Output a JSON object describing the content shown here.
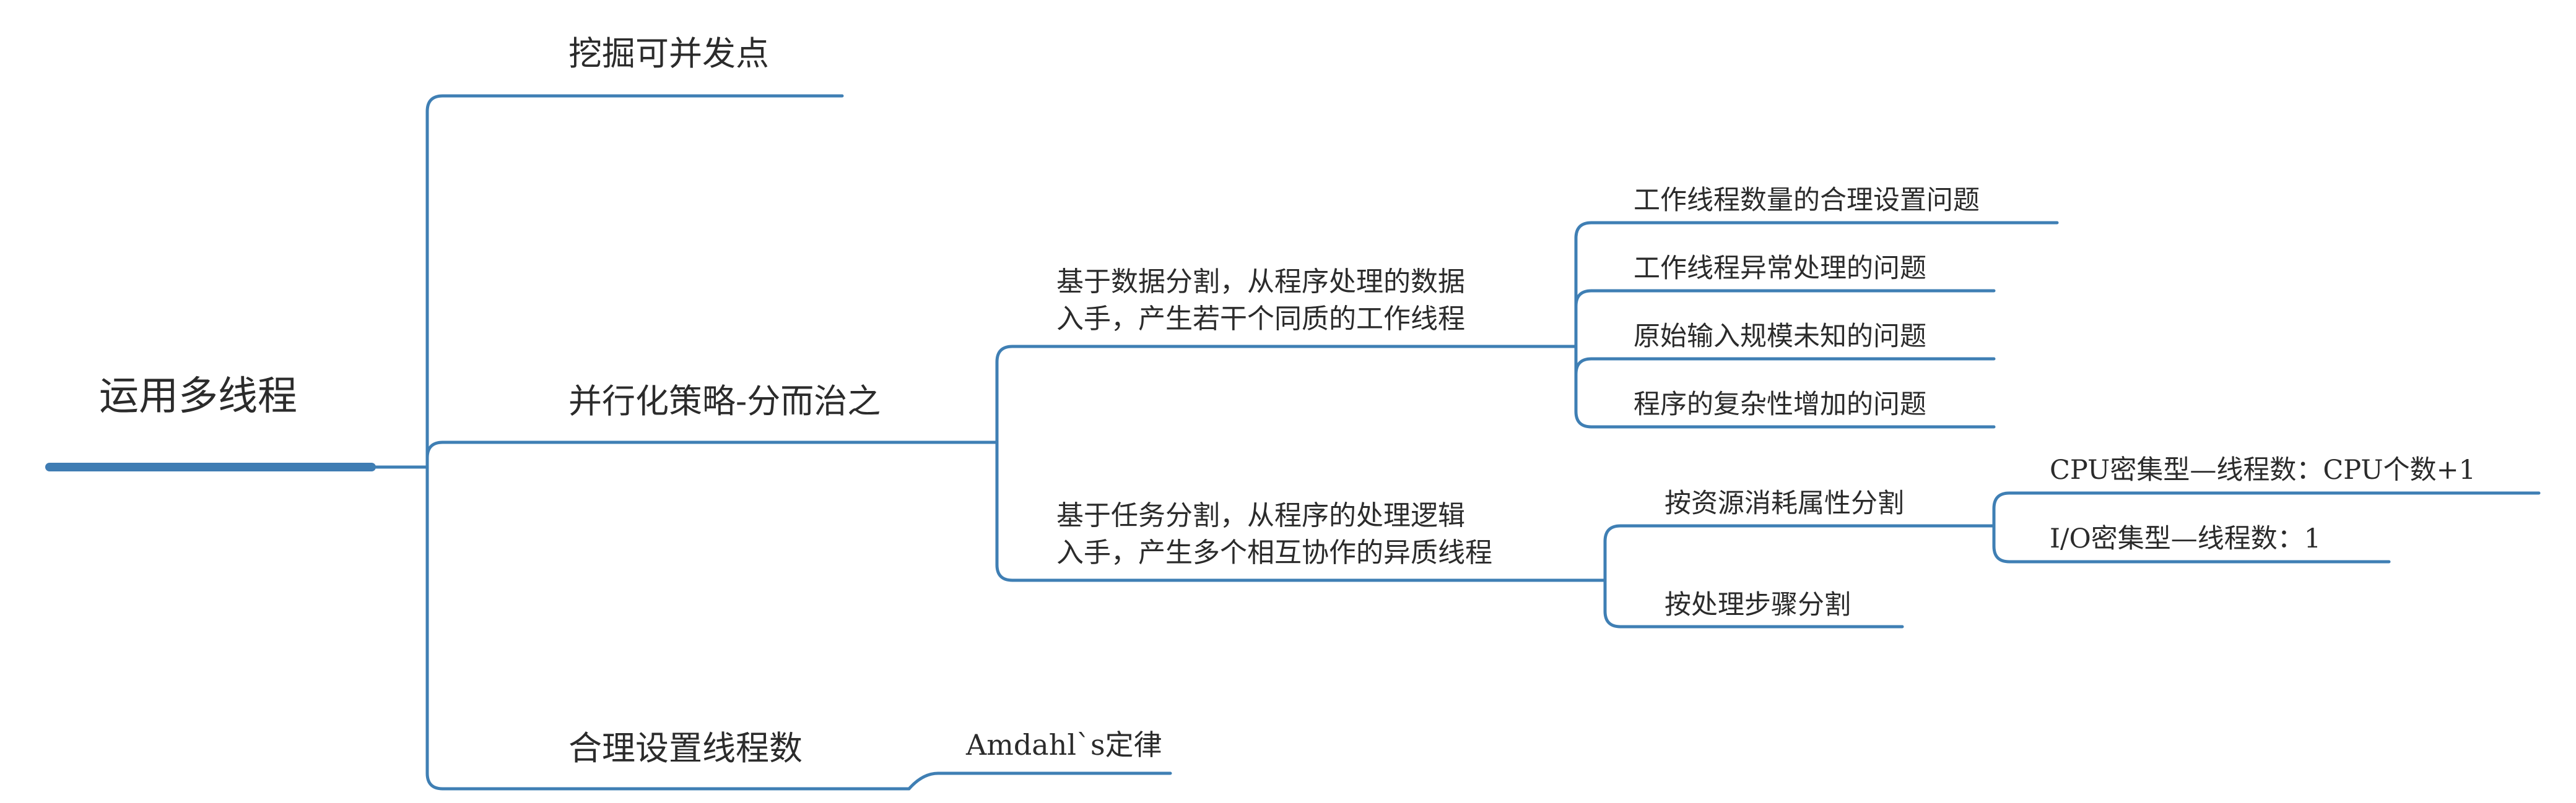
{
  "mindmap": {
    "root": "运用多线程",
    "branch_dig": "挖掘可并发点",
    "branch_strategy": "并行化策略-分而治之",
    "strategy_data": {
      "line1": "基于数据分割，从程序处理的数据",
      "line2": "入手，产生若干个同质的工作线程",
      "issues": [
        "工作线程数量的合理设置问题",
        "工作线程异常处理的问题",
        "原始输入规模未知的问题",
        "程序的复杂性增加的问题"
      ]
    },
    "strategy_task": {
      "line1": "基于任务分割，从程序的处理逻辑",
      "line2": "入手，产生多个相互协作的异质线程",
      "resource_split": "按资源消耗属性分割",
      "resource_items": [
        "CPU密集型—线程数：CPU个数+1",
        "I/O密集型—线程数：1"
      ],
      "step_split": "按处理步骤分割"
    },
    "branch_threads": "合理设置线程数",
    "amdahl": "Amdahl`s定律"
  },
  "colors": {
    "line": "#3f7fb4",
    "root_bar": "#3f7cb3",
    "text": "#2b2b2b"
  }
}
